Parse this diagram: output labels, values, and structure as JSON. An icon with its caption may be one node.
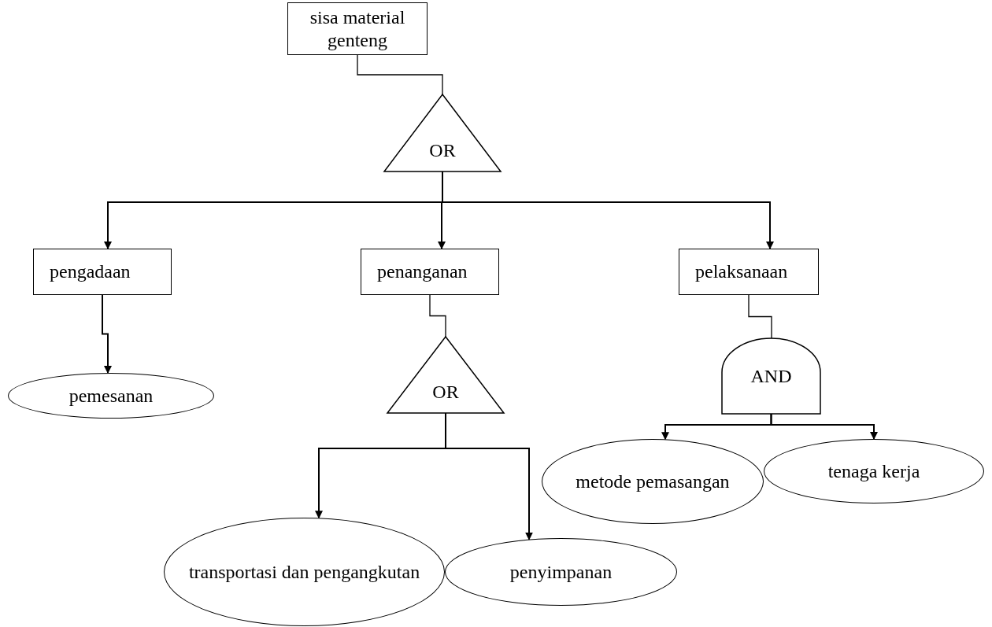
{
  "diagram": {
    "nodes": [
      {
        "text": [
          "sisa material genteng"
        ]
      },
      {
        "text": [
          "OR"
        ]
      },
      {
        "text": [
          "pengadaan"
        ]
      },
      {
        "text": [
          "penanganan"
        ]
      },
      {
        "text": [
          "pelaksanaan"
        ]
      },
      {
        "text": [
          "pemesanan"
        ]
      },
      {
        "text": [
          "OR"
        ]
      },
      {
        "text": [
          "AND"
        ]
      },
      {
        "text": [
          "metode pemasangan"
        ]
      },
      {
        "text": [
          "tenaga kerja"
        ]
      },
      {
        "text": [
          "transportasi dan pengangkutan"
        ]
      },
      {
        "text": [
          "penyimpanan"
        ]
      }
    ],
    "edges": [
      {
        "from": 0,
        "to": 1,
        "arrow": "none"
      },
      {
        "from": 1,
        "to": 2,
        "arrow": "to"
      },
      {
        "from": 1,
        "to": 3,
        "arrow": "to"
      },
      {
        "from": 1,
        "to": 4,
        "arrow": "to"
      },
      {
        "from": 2,
        "to": 5,
        "arrow": "to"
      },
      {
        "from": 3,
        "to": 6,
        "arrow": "none"
      },
      {
        "from": 6,
        "to": 10,
        "arrow": "to"
      },
      {
        "from": 6,
        "to": 11,
        "arrow": "to"
      },
      {
        "from": 4,
        "to": 7,
        "arrow": "none"
      },
      {
        "from": 7,
        "to": 8,
        "arrow": "to"
      },
      {
        "from": 7,
        "to": 9,
        "arrow": "to"
      }
    ]
  }
}
